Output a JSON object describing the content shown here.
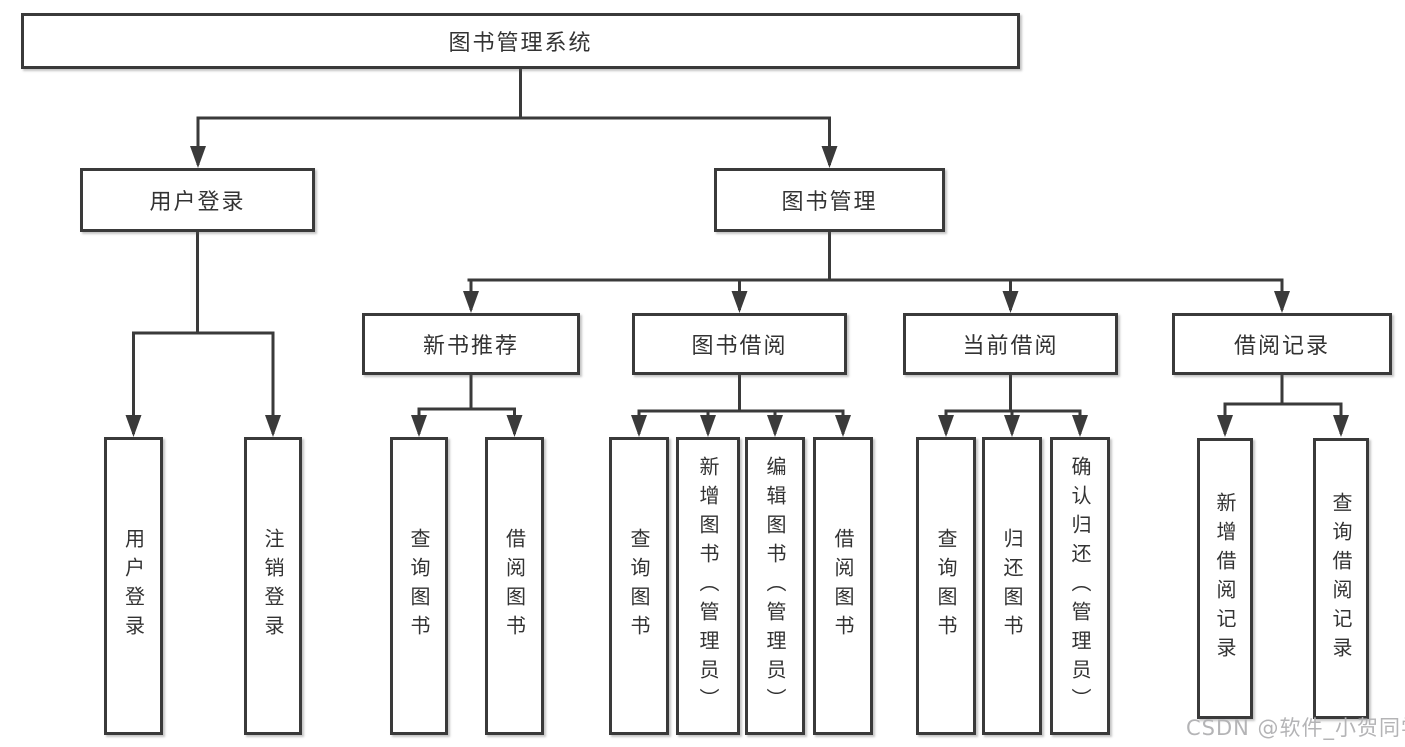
{
  "colors": {
    "line": "#3a3a3a",
    "text": "#333333",
    "watermark": "#b4b4b6",
    "background": "#ffffff"
  },
  "watermark": {
    "text": "CSDN @软件_小贺同学"
  },
  "tree": {
    "root": {
      "label": "图书管理系统"
    },
    "branches": [
      {
        "label": "用户登录",
        "children": [
          {
            "label": "用户登录"
          },
          {
            "label": "注销登录"
          }
        ]
      },
      {
        "label": "图书管理",
        "children": [
          {
            "label": "新书推荐",
            "children": [
              {
                "label": "查询图书"
              },
              {
                "label": "借阅图书"
              }
            ]
          },
          {
            "label": "图书借阅",
            "children": [
              {
                "label": "查询图书"
              },
              {
                "label": "新增图书（管理员）"
              },
              {
                "label": "编辑图书（管理员）"
              },
              {
                "label": "借阅图书"
              }
            ]
          },
          {
            "label": "当前借阅",
            "children": [
              {
                "label": "查询图书"
              },
              {
                "label": "归还图书"
              },
              {
                "label": "确认归还（管理员）"
              }
            ]
          },
          {
            "label": "借阅记录",
            "children": [
              {
                "label": "新增借阅记录"
              },
              {
                "label": "查询借阅记录"
              }
            ]
          }
        ]
      }
    ]
  }
}
